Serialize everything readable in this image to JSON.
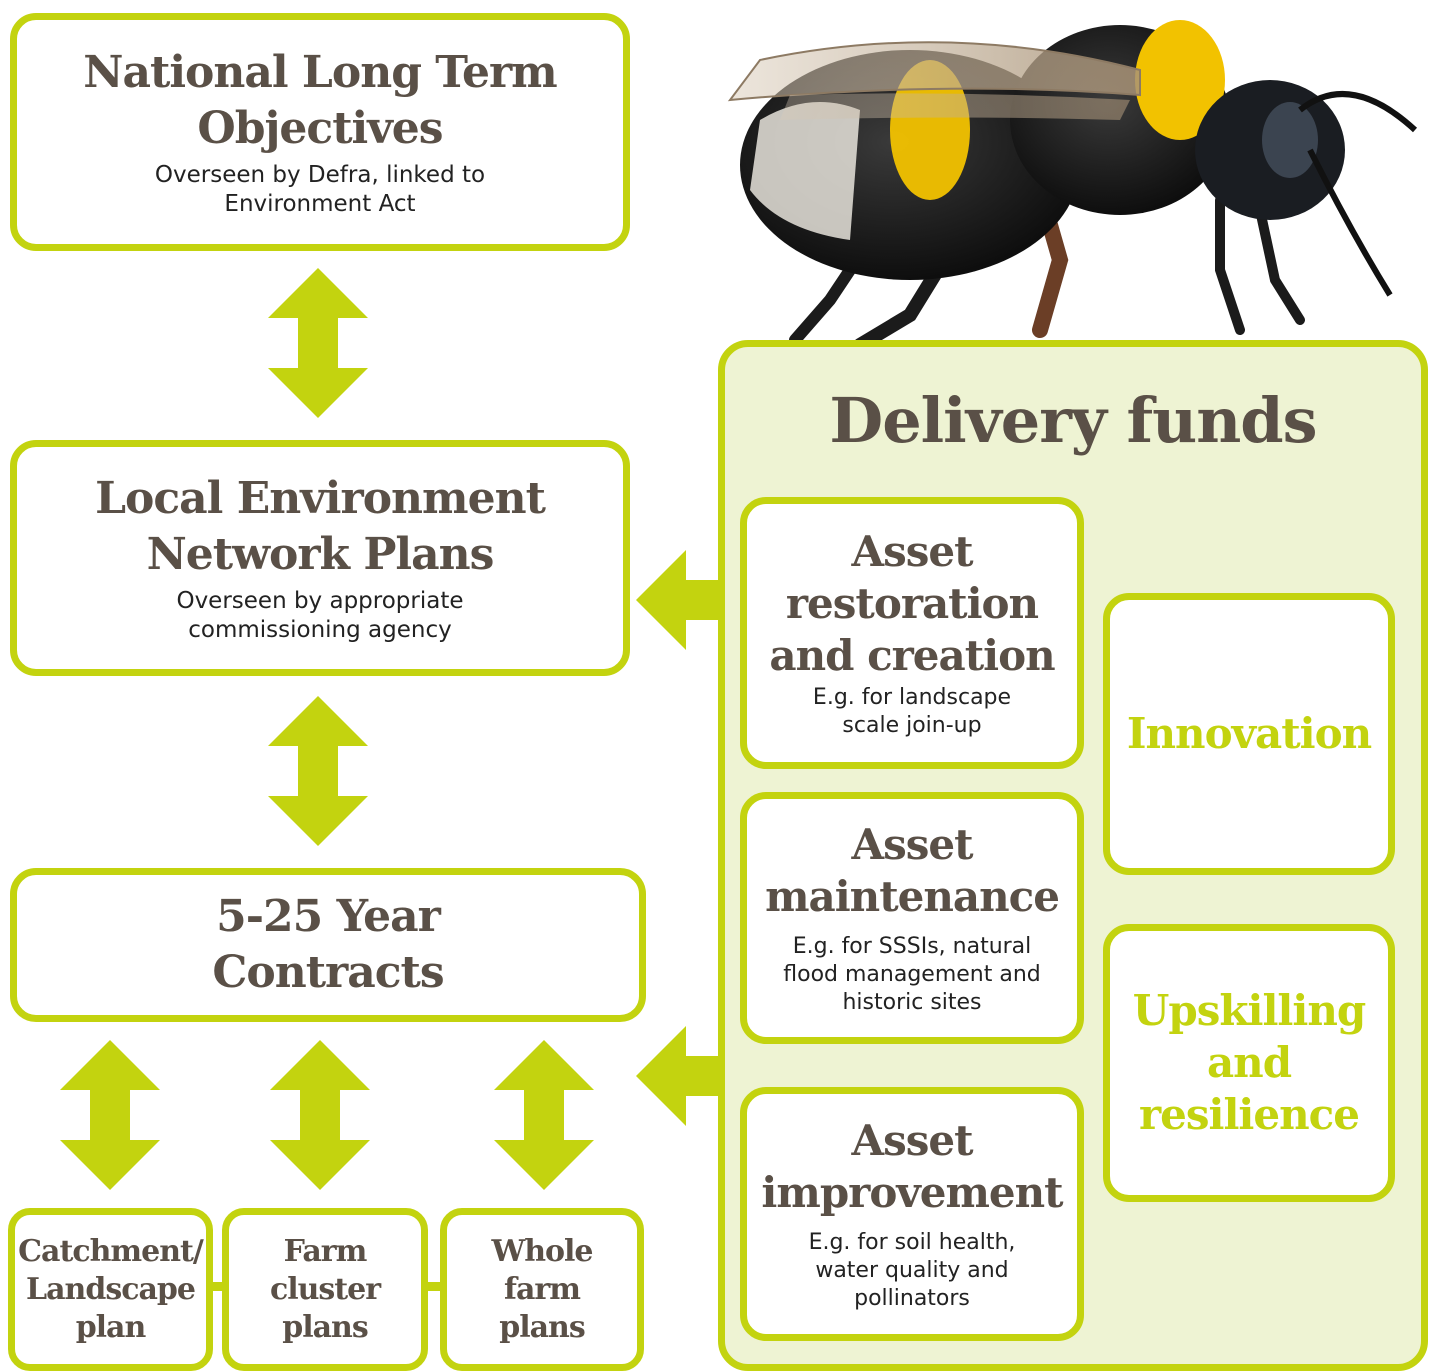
{
  "colors": {
    "accent": "#c3d30f",
    "heading": "#5a5047",
    "panel_bg": "#eef3d3",
    "bee_stripe": "#f2c200"
  },
  "left_column": {
    "national": {
      "title": "National Long Term Objectives",
      "subtitle": "Overseen by Defra, linked to Environment Act"
    },
    "local": {
      "title": "Local Environment Network Plans",
      "subtitle": "Overseen by appropriate commissioning agency"
    },
    "contracts": {
      "title": "5-25 Year Contracts"
    },
    "plans": [
      {
        "label": "Catchment/ Landscape plan"
      },
      {
        "label": "Farm cluster plans"
      },
      {
        "label": "Whole farm plans"
      }
    ]
  },
  "delivery": {
    "title": "Delivery funds",
    "assets": [
      {
        "title": "Asset restoration and creation",
        "subtitle": "E.g. for landscape scale join-up"
      },
      {
        "title": "Asset maintenance",
        "subtitle": "E.g. for SSSIs, natural flood management and historic sites"
      },
      {
        "title": "Asset improvement",
        "subtitle": "E.g. for soil health, water quality and pollinators"
      }
    ],
    "side": [
      {
        "label": "Innovation"
      },
      {
        "label": "Upskilling and resilience"
      }
    ]
  },
  "icons": {
    "bee": "bumblebee-illustration",
    "arrows": "double-headed-arrow-icon"
  }
}
